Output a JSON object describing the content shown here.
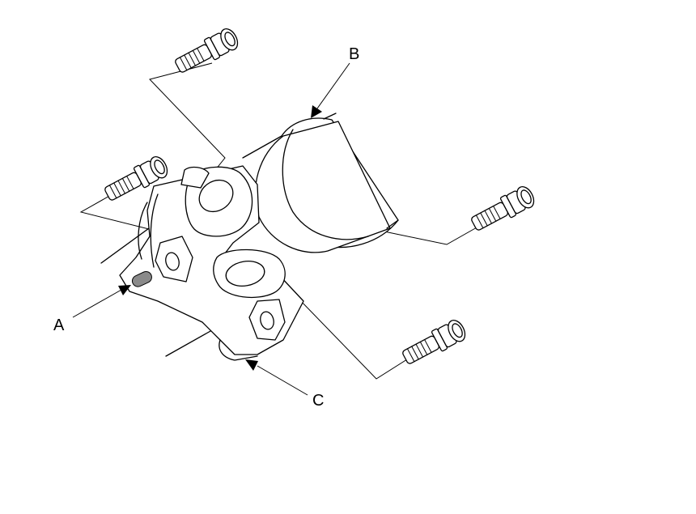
{
  "callouts": {
    "a": {
      "label": "A"
    },
    "b": {
      "label": "B"
    },
    "c": {
      "label": "C"
    }
  },
  "colors": {
    "line": "#000000",
    "background": "#ffffff",
    "dowel_pin": "#8a8a8a"
  }
}
